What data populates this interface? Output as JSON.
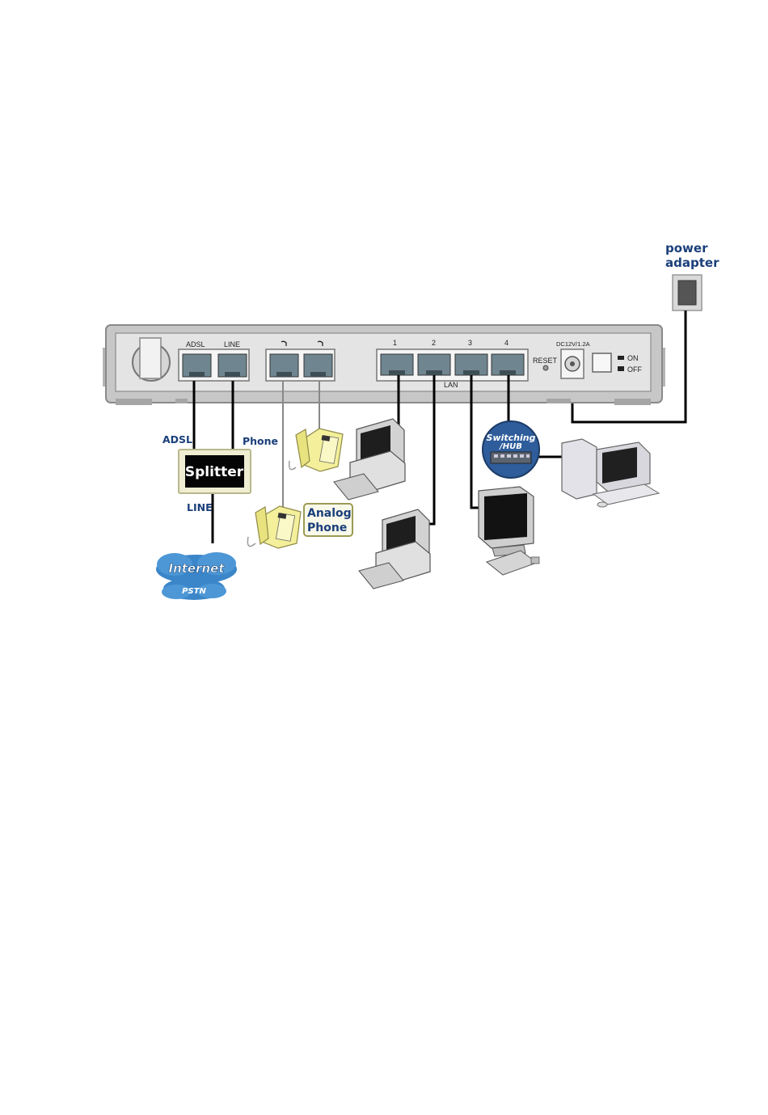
{
  "power_adapter": {
    "line1": "power",
    "line2": "adapter"
  },
  "panel": {
    "adsl_label": "ADSL",
    "line_label": "LINE",
    "lan_numbers": [
      "1",
      "2",
      "3",
      "4"
    ],
    "lan_label": "LAN",
    "reset_label": "RESET",
    "dc_label": "DC12V/1.2A",
    "on_label": "ON",
    "off_label": "OFF"
  },
  "connections": {
    "adsl_label": "ADSL",
    "phone_label": "Phone",
    "splitter_label": "Splitter",
    "line_label": "LINE",
    "internet_label": "Internet",
    "pstn_label": "PSTN",
    "analog_phone_line1": "Analog",
    "analog_phone_line2": "Phone",
    "switch_line1": "Switching",
    "switch_line2": "/HUB"
  },
  "colors": {
    "label_blue": "#1a3f7a",
    "router_body": "#c9c9c9",
    "panel_face": "#e6e6e6",
    "phone_yellow": "#f3ef9a",
    "cloud_blue": "#3b86c9"
  }
}
